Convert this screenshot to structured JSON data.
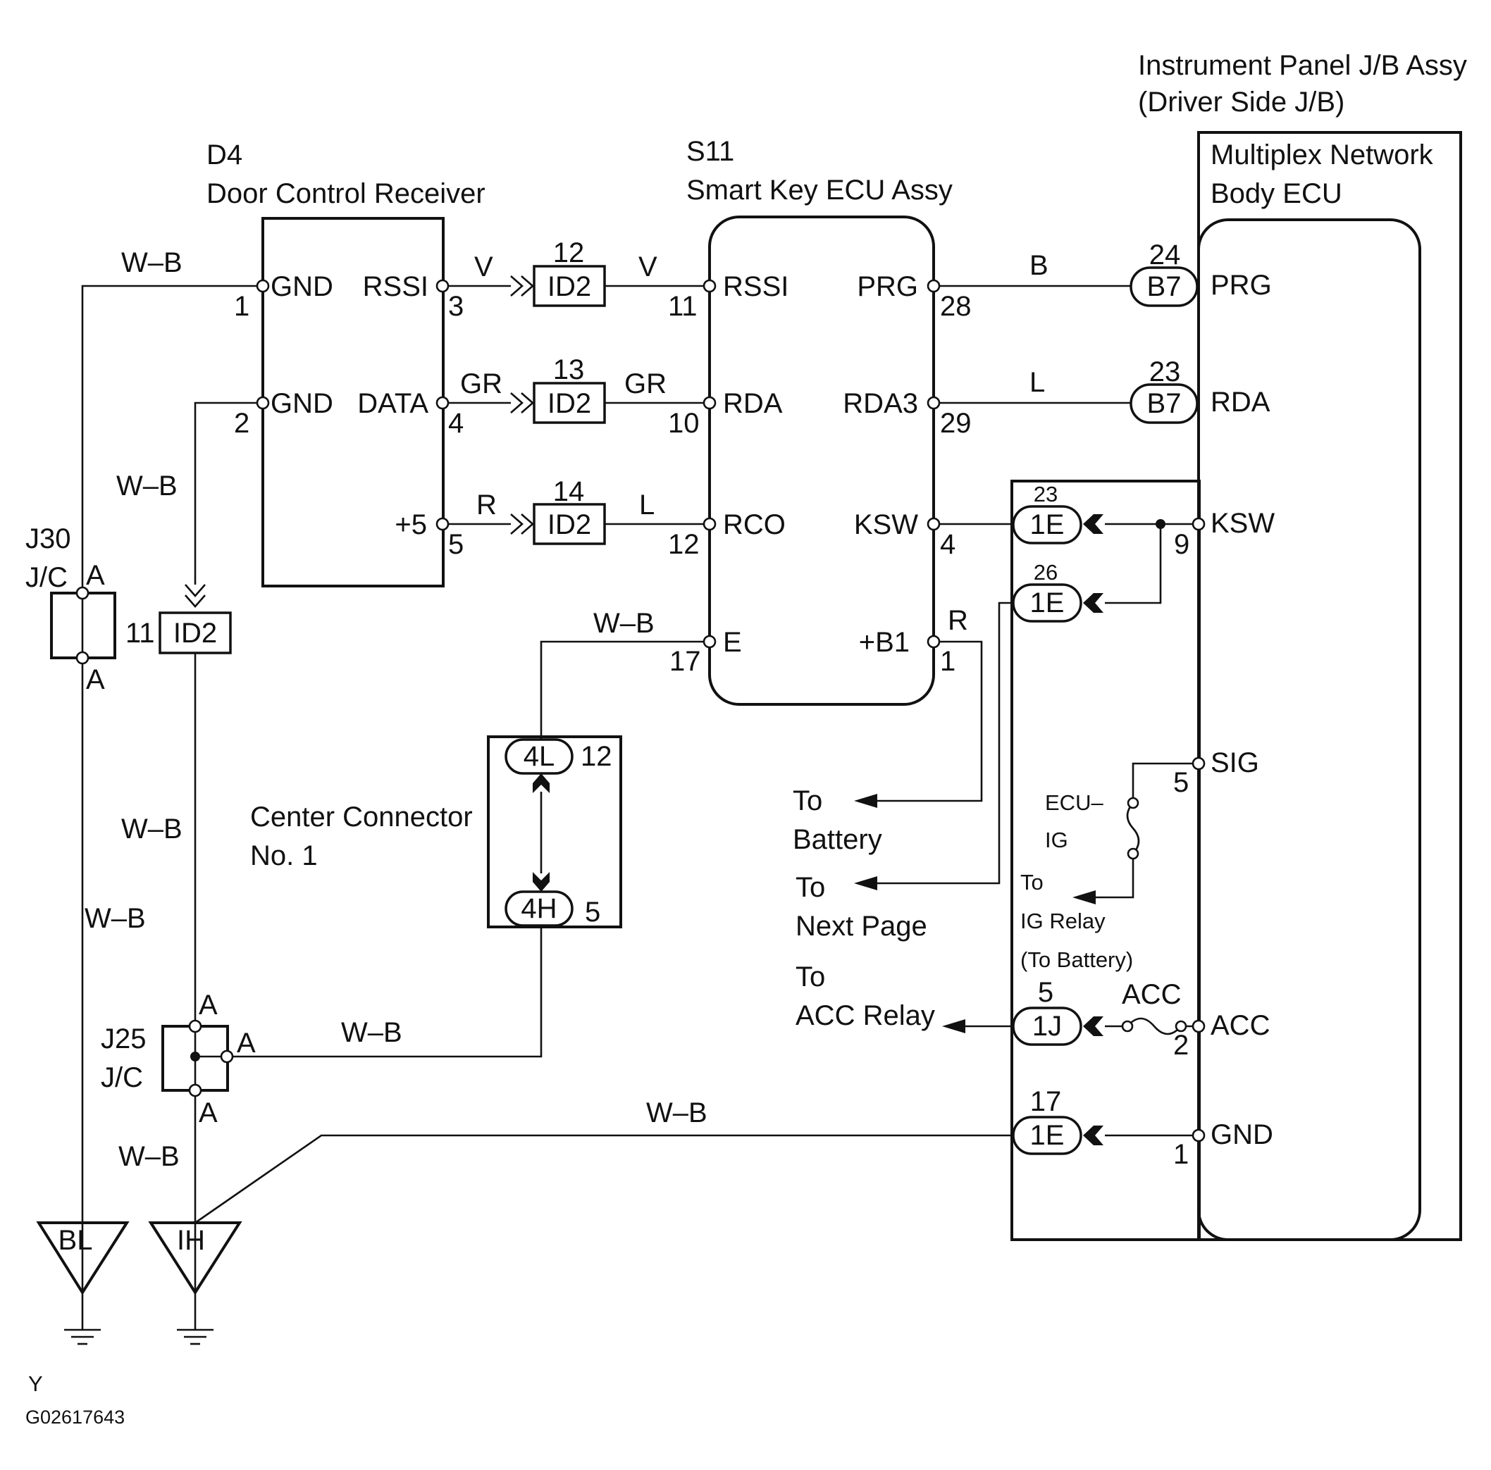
{
  "components": {
    "door_receiver": {
      "code": "D4",
      "name": "Door Control Receiver",
      "pins": {
        "gnd1": "GND",
        "gnd2": "GND",
        "rssi": "RSSI",
        "data": "DATA",
        "plus5": "+5"
      },
      "pin_nums": {
        "gnd1": "1",
        "gnd2": "2",
        "rssi": "3",
        "data": "4",
        "plus5": "5"
      }
    },
    "smart_key_ecu": {
      "code": "S11",
      "name": "Smart Key ECU Assy",
      "pins": {
        "rssi": "RSSI",
        "rda": "RDA",
        "rco": "RCO",
        "e": "E",
        "prg": "PRG",
        "rda3": "RDA3",
        "ksw": "KSW",
        "b1": "+B1"
      },
      "pin_nums": {
        "rssi": "11",
        "rda": "10",
        "rco": "12",
        "e": "17",
        "prg": "28",
        "rda3": "29",
        "ksw": "4",
        "b1": "1"
      }
    },
    "jb": {
      "title_line1": "Instrument Panel J/B Assy",
      "title_line2": "(Driver Side J/B)",
      "ecu_line1": "Multiplex Network",
      "ecu_line2": "Body ECU",
      "pins": {
        "prg": "PRG",
        "rda": "RDA",
        "ksw": "KSW",
        "sig": "SIG",
        "acc": "ACC",
        "gnd": "GND"
      },
      "pin_nums": {
        "ksw": "9",
        "sig": "5",
        "acc": "2",
        "gnd": "1"
      },
      "fuse_ecu_ig_1": "ECU–",
      "fuse_ecu_ig_2": "IG",
      "fuse_acc": "ACC"
    },
    "center_connector": {
      "line1": "Center Connector",
      "line2": "No. 1",
      "top": "4L",
      "top_num": "12",
      "bottom": "4H",
      "bottom_num": "5"
    },
    "j30": {
      "code": "J30",
      "type": "J/C",
      "pin_top": "A",
      "pin_bottom": "A"
    },
    "j25": {
      "code": "J25",
      "type": "J/C",
      "pin_top": "A",
      "pin_right": "A",
      "pin_bottom": "A"
    }
  },
  "connectors": {
    "id2_rssi": {
      "label": "ID2",
      "num": "12"
    },
    "id2_data": {
      "label": "ID2",
      "num": "13"
    },
    "id2_plus5": {
      "label": "ID2",
      "num": "14"
    },
    "id2_gnd": {
      "label": "ID2",
      "num": "11"
    },
    "b7_prg": {
      "label": "B7",
      "num": "24"
    },
    "b7_rda": {
      "label": "B7",
      "num": "23"
    },
    "ie_ksw": {
      "label": "1E",
      "num": "23"
    },
    "ie_26": {
      "label": "1E",
      "num": "26"
    },
    "ij_acc": {
      "label": "1J",
      "num": "5"
    },
    "ie_gnd": {
      "label": "1E",
      "num": "17"
    }
  },
  "wire_colors": {
    "wb_j30_top": "W–B",
    "wb_left_mid": "W–B",
    "wb_left_low": "W–B",
    "wb_mid_low": "W–B",
    "wb_mid_bottom": "W–B",
    "wb_center": "W–B",
    "wb_j25": "W–B",
    "wb_gnd_long": "W–B",
    "v1": "V",
    "v2": "V",
    "gr1": "GR",
    "gr2": "GR",
    "r1": "R",
    "l1": "L",
    "b": "B",
    "l2": "L",
    "r_b1": "R"
  },
  "destinations": {
    "battery_1": "To",
    "battery_2": "Battery",
    "next_1": "To",
    "next_2": "Next Page",
    "acc_1": "To",
    "acc_2": "ACC Relay",
    "ig_1": "To",
    "ig_2": "IG Relay",
    "ig_3": "(To Battery)"
  },
  "grounds": {
    "bl": "BL",
    "ih": "IH"
  },
  "footer": {
    "y": "Y",
    "code": "G02617643"
  }
}
